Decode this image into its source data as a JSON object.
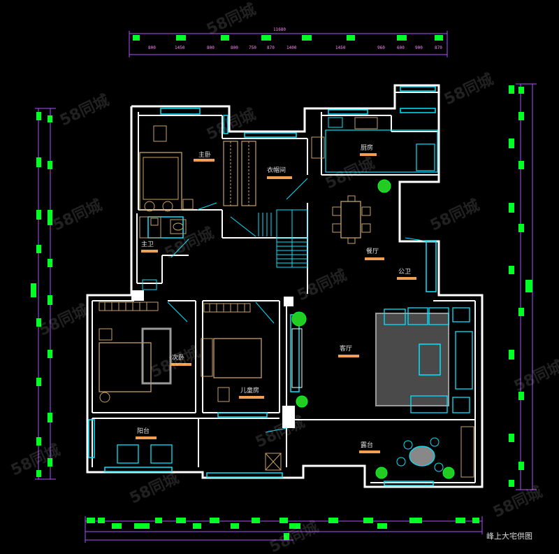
{
  "colors": {
    "wall": "#ffffff",
    "window": "#00e5ff",
    "furniture": "#c8a064",
    "dimension": "#b050ff",
    "marker": "#00ff22",
    "label_bar": "#f0a050",
    "rug": "#9a9a9a"
  },
  "watermark": "58同城",
  "credit": "峰上大宅供图",
  "dimension_top": {
    "total": "11680",
    "segments": [
      "800",
      "1450",
      "800",
      "800",
      "750",
      "870",
      "1400",
      "1450",
      "960",
      "600",
      "900",
      "870"
    ]
  },
  "rooms": [
    {
      "id": "kitchen",
      "label": "厨房"
    },
    {
      "id": "master-bedroom",
      "label": "主卧"
    },
    {
      "id": "walk-in-closet",
      "label": "衣帽间"
    },
    {
      "id": "bathroom",
      "label": "主卫"
    },
    {
      "id": "dining",
      "label": "餐厅"
    },
    {
      "id": "public-bath",
      "label": "公卫"
    },
    {
      "id": "second-bedroom",
      "label": "次卧"
    },
    {
      "id": "child-bedroom",
      "label": "儿童房"
    },
    {
      "id": "living",
      "label": "客厅"
    },
    {
      "id": "balcony-west",
      "label": "阳台"
    },
    {
      "id": "balcony-east",
      "label": "露台"
    }
  ]
}
